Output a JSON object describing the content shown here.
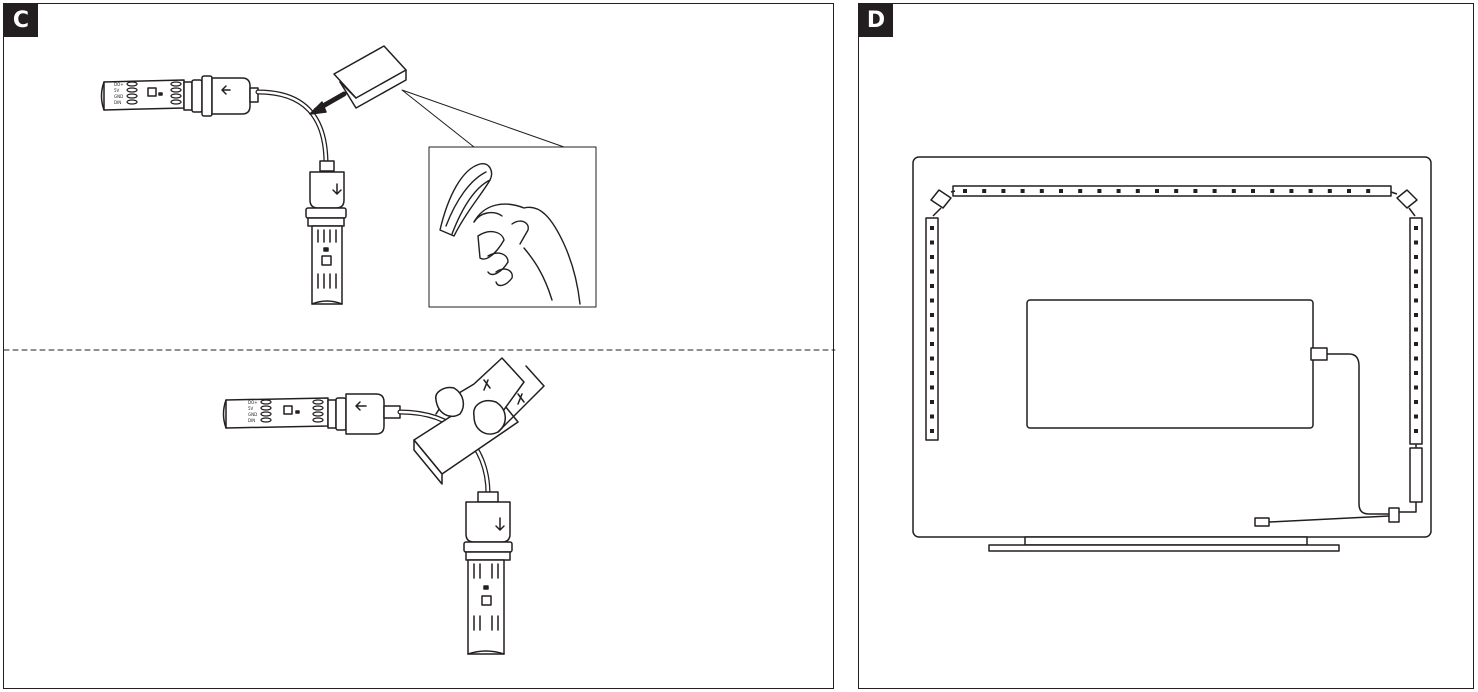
{
  "panels": {
    "c": {
      "label": "C"
    },
    "d": {
      "label": "D"
    }
  },
  "strip_labels": {
    "left": [
      "DO+",
      "5V",
      "GND",
      "DIN"
    ],
    "right": [
      "DO+",
      "5V",
      "GND",
      "DIN"
    ]
  },
  "colors": {
    "ink": "#231f20",
    "paper": "#ffffff"
  }
}
